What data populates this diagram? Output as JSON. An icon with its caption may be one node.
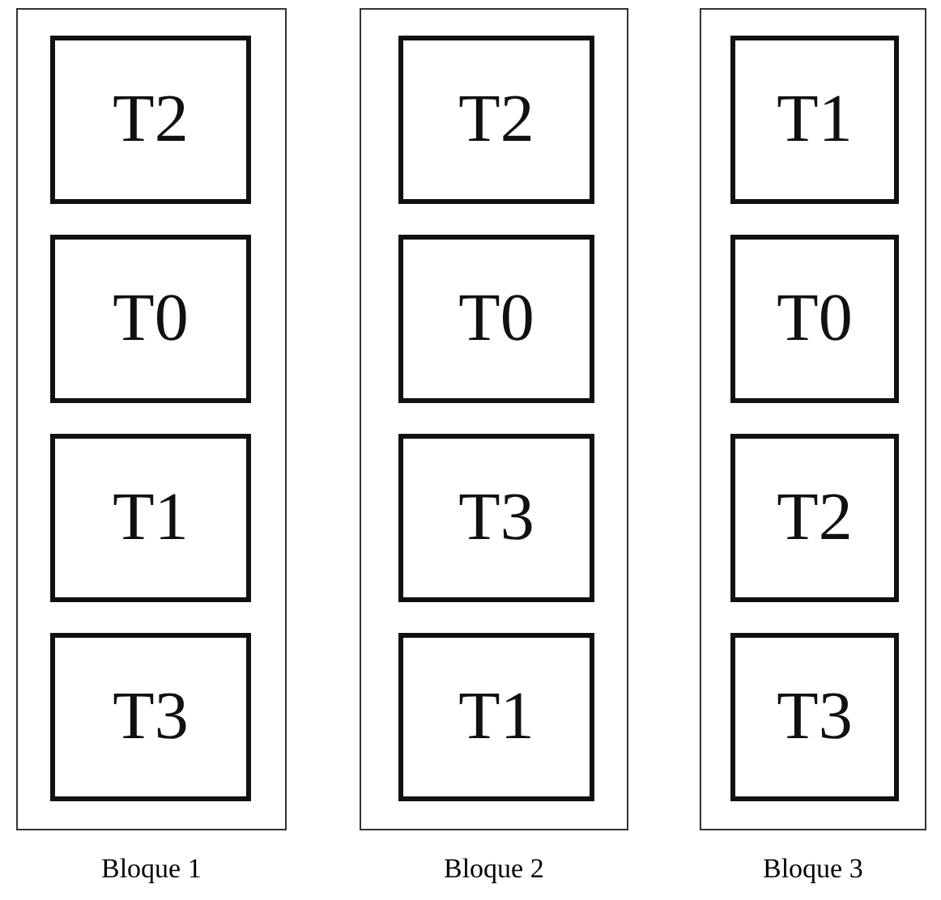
{
  "diagram": {
    "nodes": [
      {
        "text": [
          "Bloque 1"
        ]
      },
      {
        "text": [
          "T2"
        ],
        "in": 0
      },
      {
        "text": [
          "T0"
        ],
        "in": 0
      },
      {
        "text": [
          "T1"
        ],
        "in": 0
      },
      {
        "text": [
          "T3"
        ],
        "in": 0
      },
      {
        "text": [
          "Bloque 2"
        ]
      },
      {
        "text": [
          "T2"
        ],
        "in": 5
      },
      {
        "text": [
          "T0"
        ],
        "in": 5
      },
      {
        "text": [
          "T3"
        ],
        "in": 5
      },
      {
        "text": [
          "T1"
        ],
        "in": 5
      },
      {
        "text": [
          "Bloque 3"
        ]
      },
      {
        "text": [
          "T1"
        ],
        "in": 10
      },
      {
        "text": [
          "T0"
        ],
        "in": 10
      },
      {
        "text": [
          "T2"
        ],
        "in": 10
      },
      {
        "text": [
          "T3"
        ],
        "in": 10
      }
    ]
  }
}
